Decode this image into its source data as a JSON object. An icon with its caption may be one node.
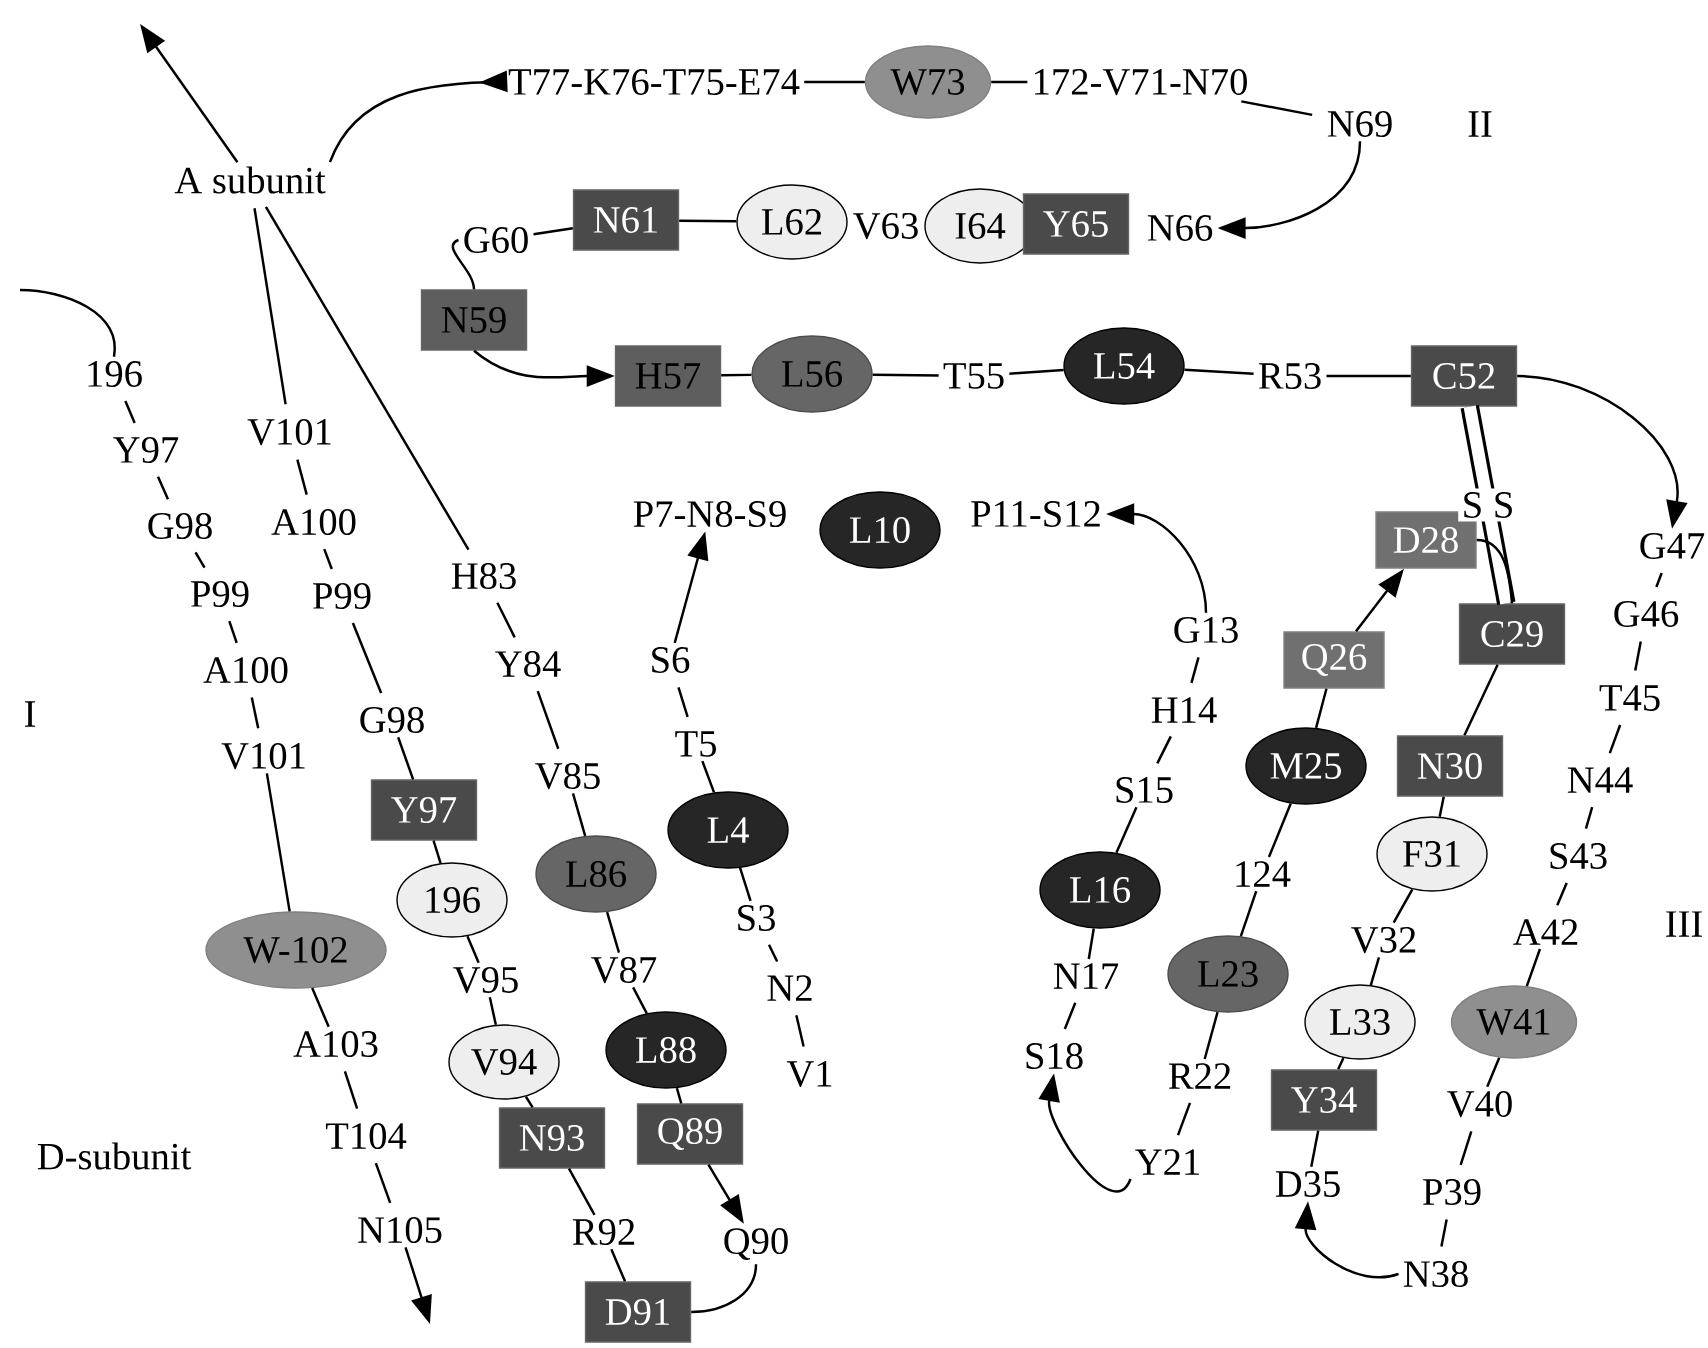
{
  "diagram": {
    "nodes": [
      {
        "text": [
          "A subunit"
        ]
      },
      {
        "text": [
          "T77-K76-T75-E74"
        ]
      },
      {
        "text": [
          "W73"
        ]
      },
      {
        "text": [
          "172-V71-N70"
        ]
      },
      {
        "text": [
          "N69"
        ]
      },
      {
        "text": [
          "G60"
        ]
      },
      {
        "text": [
          "N61"
        ]
      },
      {
        "text": [
          "L62"
        ]
      },
      {
        "text": [
          "V63"
        ]
      },
      {
        "text": [
          "I64"
        ]
      },
      {
        "text": [
          "Y65"
        ]
      },
      {
        "text": [
          "N66"
        ]
      },
      {
        "text": [
          "N59"
        ]
      },
      {
        "text": [
          "H57"
        ]
      },
      {
        "text": [
          "L56"
        ]
      },
      {
        "text": [
          "T55"
        ]
      },
      {
        "text": [
          "L54"
        ]
      },
      {
        "text": [
          "R53"
        ]
      },
      {
        "text": [
          "C52"
        ]
      },
      {
        "text": [
          "G47"
        ]
      },
      {
        "text": [
          "G46"
        ]
      },
      {
        "text": [
          "T45"
        ]
      },
      {
        "text": [
          "N44"
        ]
      },
      {
        "text": [
          "S43"
        ]
      },
      {
        "text": [
          "A42"
        ]
      },
      {
        "text": [
          "W41"
        ]
      },
      {
        "text": [
          "V40"
        ]
      },
      {
        "text": [
          "P39"
        ]
      },
      {
        "text": [
          "N38"
        ]
      },
      {
        "text": [
          "D35"
        ]
      },
      {
        "text": [
          "Y34"
        ]
      },
      {
        "text": [
          "L33"
        ]
      },
      {
        "text": [
          "V32"
        ]
      },
      {
        "text": [
          "F31"
        ]
      },
      {
        "text": [
          "N30"
        ]
      },
      {
        "text": [
          "C29"
        ]
      },
      {
        "text": [
          "D28"
        ]
      },
      {
        "text": [
          "Q26"
        ]
      },
      {
        "text": [
          "M25"
        ]
      },
      {
        "text": [
          "124"
        ]
      },
      {
        "text": [
          "L23"
        ]
      },
      {
        "text": [
          "R22"
        ]
      },
      {
        "text": [
          "Y21"
        ]
      },
      {
        "text": [
          "S18"
        ]
      },
      {
        "text": [
          "N17"
        ]
      },
      {
        "text": [
          "L16"
        ]
      },
      {
        "text": [
          "S15"
        ]
      },
      {
        "text": [
          "H14"
        ]
      },
      {
        "text": [
          "G13"
        ]
      },
      {
        "text": [
          "P11-S12"
        ]
      },
      {
        "text": [
          "L10"
        ]
      },
      {
        "text": [
          "P7-N8-S9"
        ]
      },
      {
        "text": [
          "S6"
        ]
      },
      {
        "text": [
          "T5"
        ]
      },
      {
        "text": [
          "L4"
        ]
      },
      {
        "text": [
          "S3"
        ]
      },
      {
        "text": [
          "N2"
        ]
      },
      {
        "text": [
          "V1"
        ]
      },
      {
        "text": [
          "H83"
        ]
      },
      {
        "text": [
          "Y84"
        ]
      },
      {
        "text": [
          "V85"
        ]
      },
      {
        "text": [
          "L86"
        ]
      },
      {
        "text": [
          "V87"
        ]
      },
      {
        "text": [
          "L88"
        ]
      },
      {
        "text": [
          "Q89"
        ]
      },
      {
        "text": [
          "Q90"
        ]
      },
      {
        "text": [
          "D91"
        ]
      },
      {
        "text": [
          "R92"
        ]
      },
      {
        "text": [
          "N93"
        ]
      },
      {
        "text": [
          "V94"
        ]
      },
      {
        "text": [
          "V95"
        ]
      },
      {
        "text": [
          "196"
        ]
      },
      {
        "text": [
          "Y97"
        ]
      },
      {
        "text": [
          "G98"
        ]
      },
      {
        "text": [
          "P99"
        ]
      },
      {
        "text": [
          "A100"
        ]
      },
      {
        "text": [
          "V101"
        ]
      },
      {
        "text": [
          "196"
        ]
      },
      {
        "text": [
          "Y97"
        ]
      },
      {
        "text": [
          "G98"
        ]
      },
      {
        "text": [
          "P99"
        ]
      },
      {
        "text": [
          "A100"
        ]
      },
      {
        "text": [
          "V101"
        ]
      },
      {
        "text": [
          "W-102"
        ]
      },
      {
        "text": [
          "A103"
        ]
      },
      {
        "text": [
          "T104"
        ]
      },
      {
        "text": [
          "N105"
        ]
      }
    ],
    "edges": [
      {
        "from": 1,
        "to": 0,
        "arrow": "to"
      },
      {
        "from": 1,
        "to": 2,
        "arrow": "none"
      },
      {
        "from": 2,
        "to": 3,
        "arrow": "none"
      },
      {
        "from": 3,
        "to": 4,
        "arrow": "none"
      },
      {
        "from": 4,
        "to": 11,
        "arrow": "to"
      },
      {
        "from": 5,
        "to": 6,
        "arrow": "none"
      },
      {
        "from": 6,
        "to": 7,
        "arrow": "none"
      },
      {
        "from": 12,
        "to": 5,
        "arrow": "none"
      },
      {
        "from": 12,
        "to": 13,
        "arrow": "to"
      },
      {
        "from": 13,
        "to": 14,
        "arrow": "none"
      },
      {
        "from": 14,
        "to": 15,
        "arrow": "none"
      },
      {
        "from": 15,
        "to": 16,
        "arrow": "none"
      },
      {
        "from": 16,
        "to": 17,
        "arrow": "none"
      },
      {
        "from": 17,
        "to": 18,
        "arrow": "none"
      },
      {
        "from": 18,
        "to": 35,
        "arrow": "none",
        "label": "S S",
        "style": "thick"
      },
      {
        "from": 18,
        "to": 19,
        "arrow": "to"
      },
      {
        "from": 20,
        "to": 19,
        "arrow": "none"
      },
      {
        "from": 21,
        "to": 20,
        "arrow": "none"
      },
      {
        "from": 22,
        "to": 21,
        "arrow": "none"
      },
      {
        "from": 23,
        "to": 22,
        "arrow": "none"
      },
      {
        "from": 24,
        "to": 23,
        "arrow": "none"
      },
      {
        "from": 25,
        "to": 24,
        "arrow": "none"
      },
      {
        "from": 26,
        "to": 25,
        "arrow": "none"
      },
      {
        "from": 27,
        "to": 26,
        "arrow": "none"
      },
      {
        "from": 28,
        "to": 27,
        "arrow": "none"
      },
      {
        "from": 28,
        "to": 29,
        "arrow": "to"
      },
      {
        "from": 30,
        "to": 29,
        "arrow": "none"
      },
      {
        "from": 31,
        "to": 30,
        "arrow": "none"
      },
      {
        "from": 32,
        "to": 31,
        "arrow": "none"
      },
      {
        "from": 33,
        "to": 32,
        "arrow": "none"
      },
      {
        "from": 34,
        "to": 33,
        "arrow": "none"
      },
      {
        "from": 35,
        "to": 34,
        "arrow": "none"
      },
      {
        "from": 36,
        "to": 35,
        "arrow": "none"
      },
      {
        "from": 37,
        "to": 36,
        "arrow": "to"
      },
      {
        "from": 38,
        "to": 37,
        "arrow": "none"
      },
      {
        "from": 39,
        "to": 38,
        "arrow": "none"
      },
      {
        "from": 40,
        "to": 39,
        "arrow": "none"
      },
      {
        "from": 41,
        "to": 40,
        "arrow": "none"
      },
      {
        "from": 42,
        "to": 41,
        "arrow": "none"
      },
      {
        "from": 42,
        "to": 43,
        "arrow": "to"
      },
      {
        "from": 44,
        "to": 43,
        "arrow": "none"
      },
      {
        "from": 45,
        "to": 44,
        "arrow": "none"
      },
      {
        "from": 46,
        "to": 45,
        "arrow": "none"
      },
      {
        "from": 47,
        "to": 46,
        "arrow": "none"
      },
      {
        "from": 48,
        "to": 47,
        "arrow": "none"
      },
      {
        "from": 48,
        "to": 49,
        "arrow": "to"
      },
      {
        "from": 52,
        "to": 51,
        "arrow": "to"
      },
      {
        "from": 53,
        "to": 52,
        "arrow": "none"
      },
      {
        "from": 54,
        "to": 53,
        "arrow": "none"
      },
      {
        "from": 55,
        "to": 54,
        "arrow": "none"
      },
      {
        "from": 56,
        "to": 55,
        "arrow": "none"
      },
      {
        "from": 57,
        "to": 56,
        "arrow": "none"
      },
      {
        "from": 58,
        "to": 0,
        "arrow": "none"
      },
      {
        "from": 58,
        "to": 59,
        "arrow": "none"
      },
      {
        "from": 59,
        "to": 60,
        "arrow": "none"
      },
      {
        "from": 60,
        "to": 61,
        "arrow": "none"
      },
      {
        "from": 61,
        "to": 62,
        "arrow": "none"
      },
      {
        "from": 62,
        "to": 63,
        "arrow": "none"
      },
      {
        "from": 63,
        "to": 64,
        "arrow": "none"
      },
      {
        "from": 64,
        "to": 65,
        "arrow": "to"
      },
      {
        "from": 65,
        "to": 66,
        "arrow": "none"
      },
      {
        "from": 66,
        "to": 67,
        "arrow": "none"
      },
      {
        "from": 67,
        "to": 68,
        "arrow": "none"
      },
      {
        "from": 68,
        "to": 69,
        "arrow": "none"
      },
      {
        "from": 69,
        "to": 70,
        "arrow": "none"
      },
      {
        "from": 70,
        "to": 71,
        "arrow": "none"
      },
      {
        "from": 71,
        "to": 72,
        "arrow": "none"
      },
      {
        "from": 72,
        "to": 73,
        "arrow": "none"
      },
      {
        "from": 73,
        "to": 74,
        "arrow": "none"
      },
      {
        "from": 74,
        "to": 75,
        "arrow": "none"
      },
      {
        "from": 75,
        "to": 76,
        "arrow": "none"
      },
      {
        "from": 76,
        "to": 0,
        "arrow": "none"
      },
      {
        "from": 0,
        "to": null,
        "arrow": "to"
      },
      {
        "from": null,
        "to": 77,
        "arrow": "none"
      },
      {
        "from": 77,
        "to": 78,
        "arrow": "none"
      },
      {
        "from": 78,
        "to": 79,
        "arrow": "none"
      },
      {
        "from": 79,
        "to": 80,
        "arrow": "none"
      },
      {
        "from": 80,
        "to": 81,
        "arrow": "none"
      },
      {
        "from": 81,
        "to": 82,
        "arrow": "none"
      },
      {
        "from": 82,
        "to": 83,
        "arrow": "none"
      },
      {
        "from": 83,
        "to": 84,
        "arrow": "none"
      },
      {
        "from": 84,
        "to": 85,
        "arrow": "none"
      },
      {
        "from": 85,
        "to": 86,
        "arrow": "none"
      },
      {
        "from": 86,
        "to": null,
        "arrow": "to"
      }
    ],
    "labels": [
      "II",
      "I",
      "III",
      "D-subunit"
    ]
  }
}
